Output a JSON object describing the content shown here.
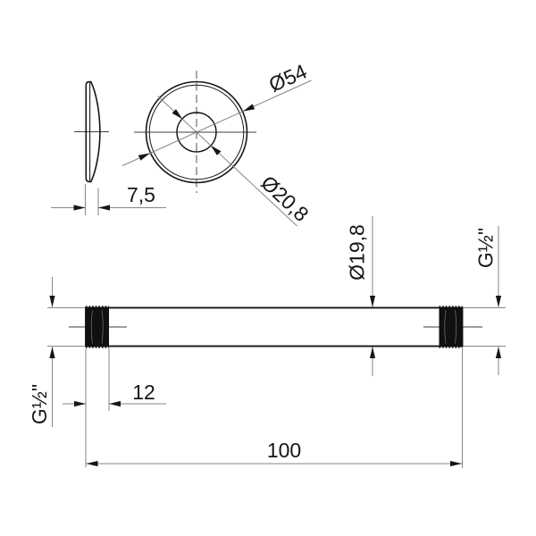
{
  "drawing": {
    "background": "#ffffff",
    "object_line_color": "#161616",
    "dimension_line_color": "#868686",
    "labels": {
      "flange_thickness": "7,5",
      "flange_outer_diameter": "Ø54",
      "flange_hole_diameter": "Ø20,8",
      "pipe_length": "100",
      "thread_length": "12",
      "pipe_diameter": "Ø19,8",
      "thread_size_left": "G½\"",
      "thread_size_right": "G½\""
    }
  }
}
